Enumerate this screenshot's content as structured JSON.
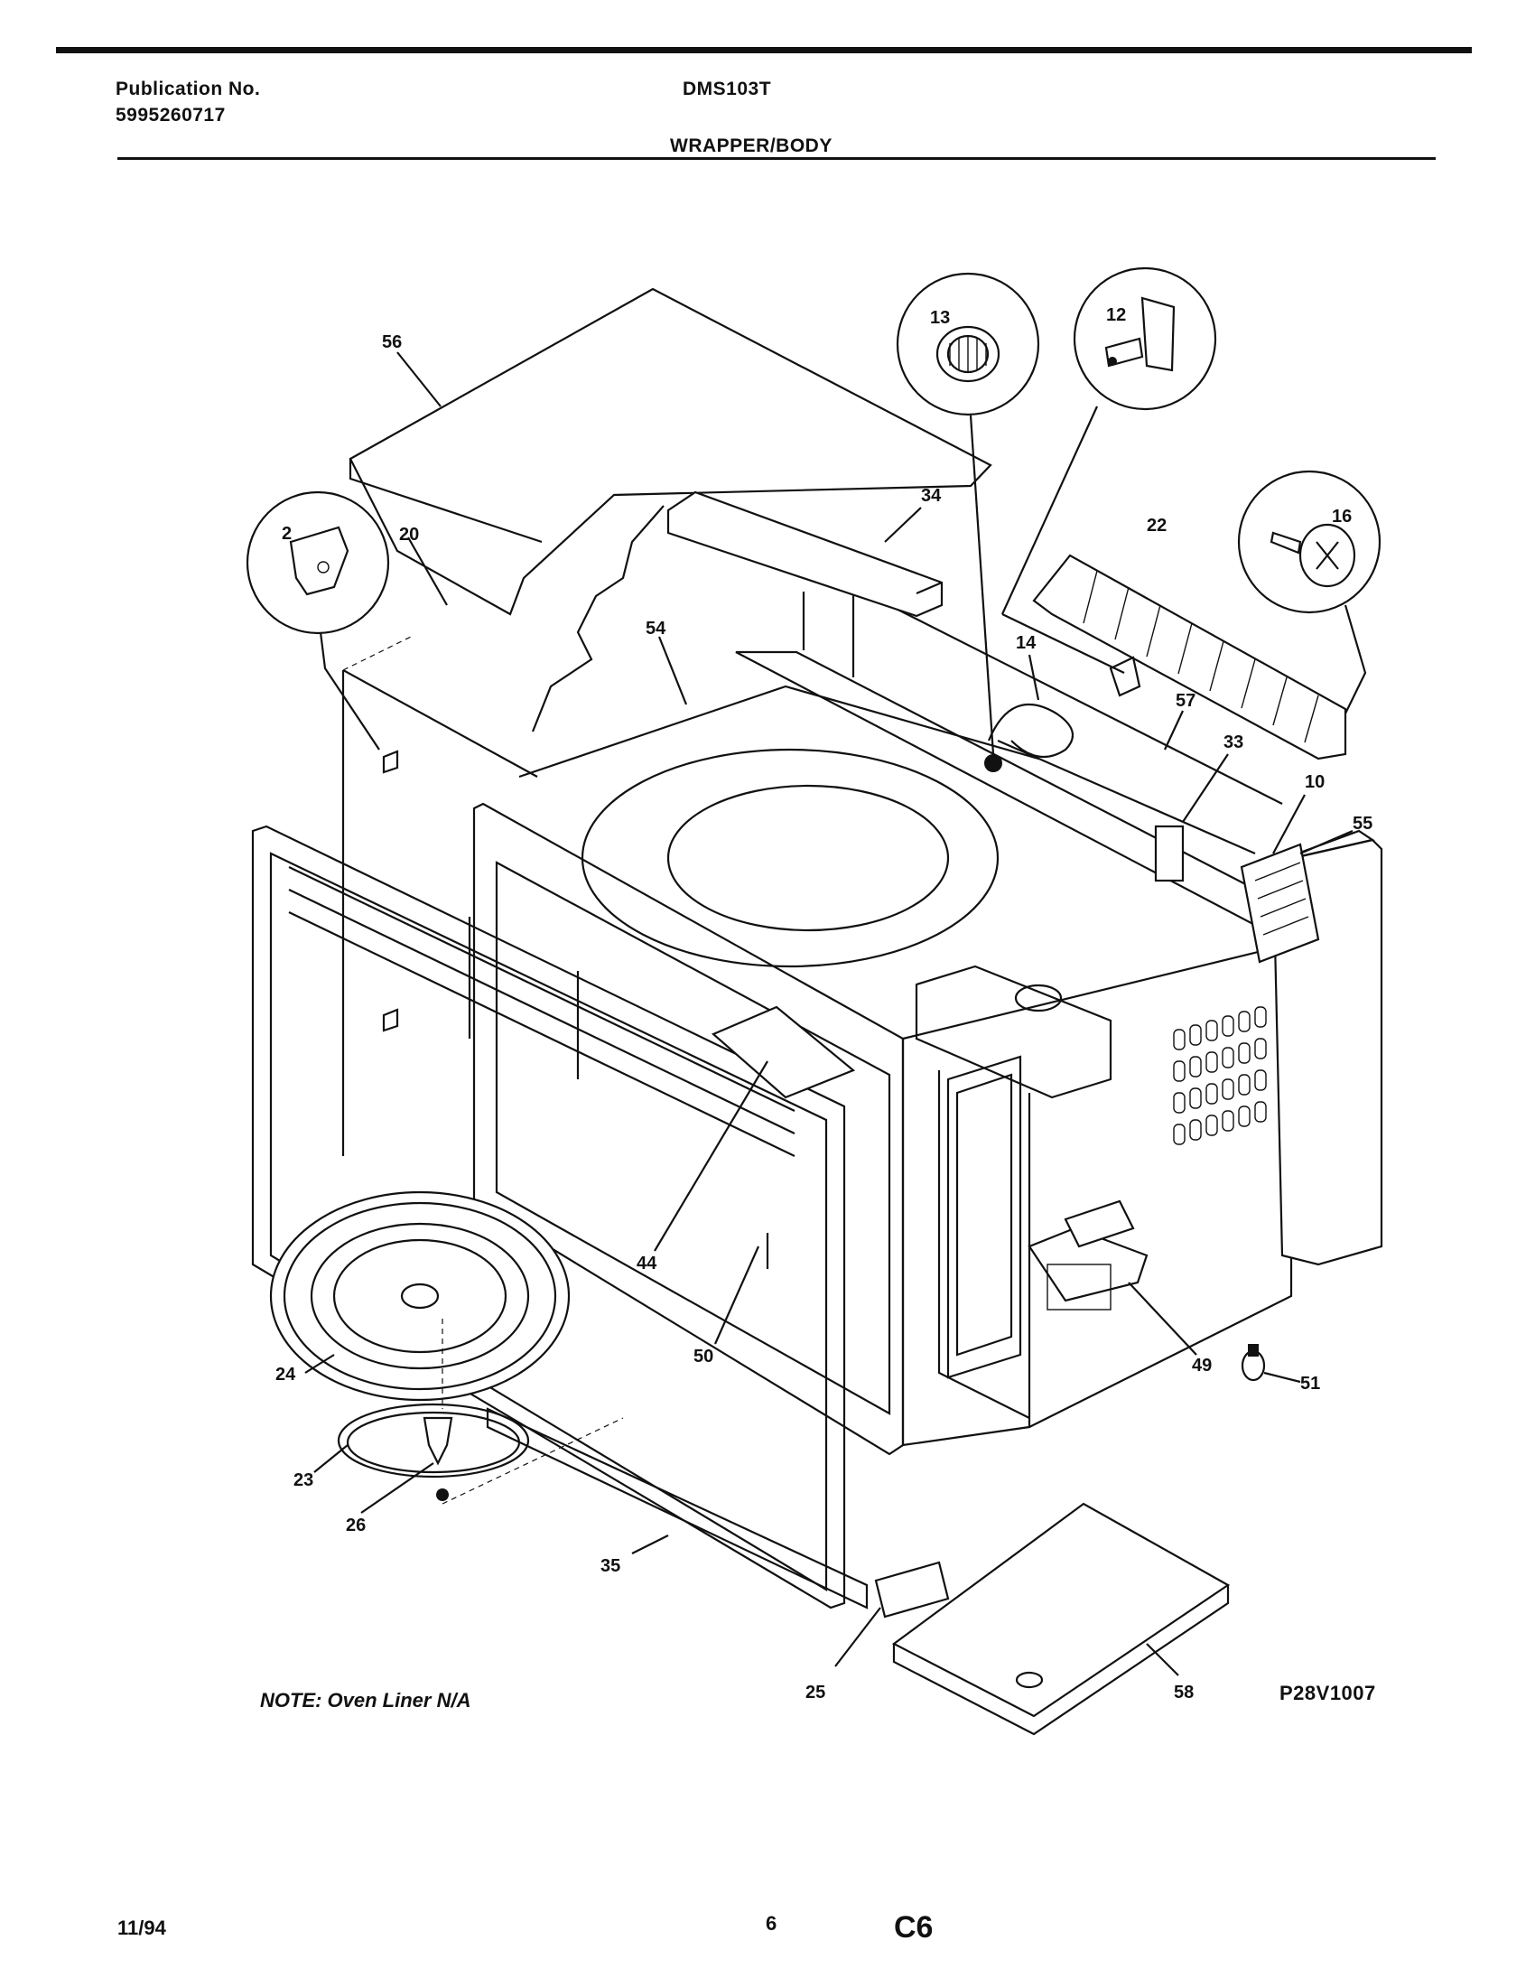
{
  "header": {
    "publication_label": "Publication No.",
    "publication_number": "5995260717",
    "model": "DMS103T",
    "section_title": "WRAPPER/BODY"
  },
  "diagram": {
    "callouts": [
      "56",
      "13",
      "12",
      "2",
      "20",
      "34",
      "22",
      "16",
      "54",
      "14",
      "57",
      "33",
      "10",
      "55",
      "44",
      "50",
      "49",
      "51",
      "24",
      "23",
      "26",
      "35",
      "25",
      "58"
    ],
    "figure_code": "P28V1007",
    "note": "NOTE: Oven Liner N/A"
  },
  "footer": {
    "date": "11/94",
    "page_number": "6",
    "page_code": "C6"
  }
}
